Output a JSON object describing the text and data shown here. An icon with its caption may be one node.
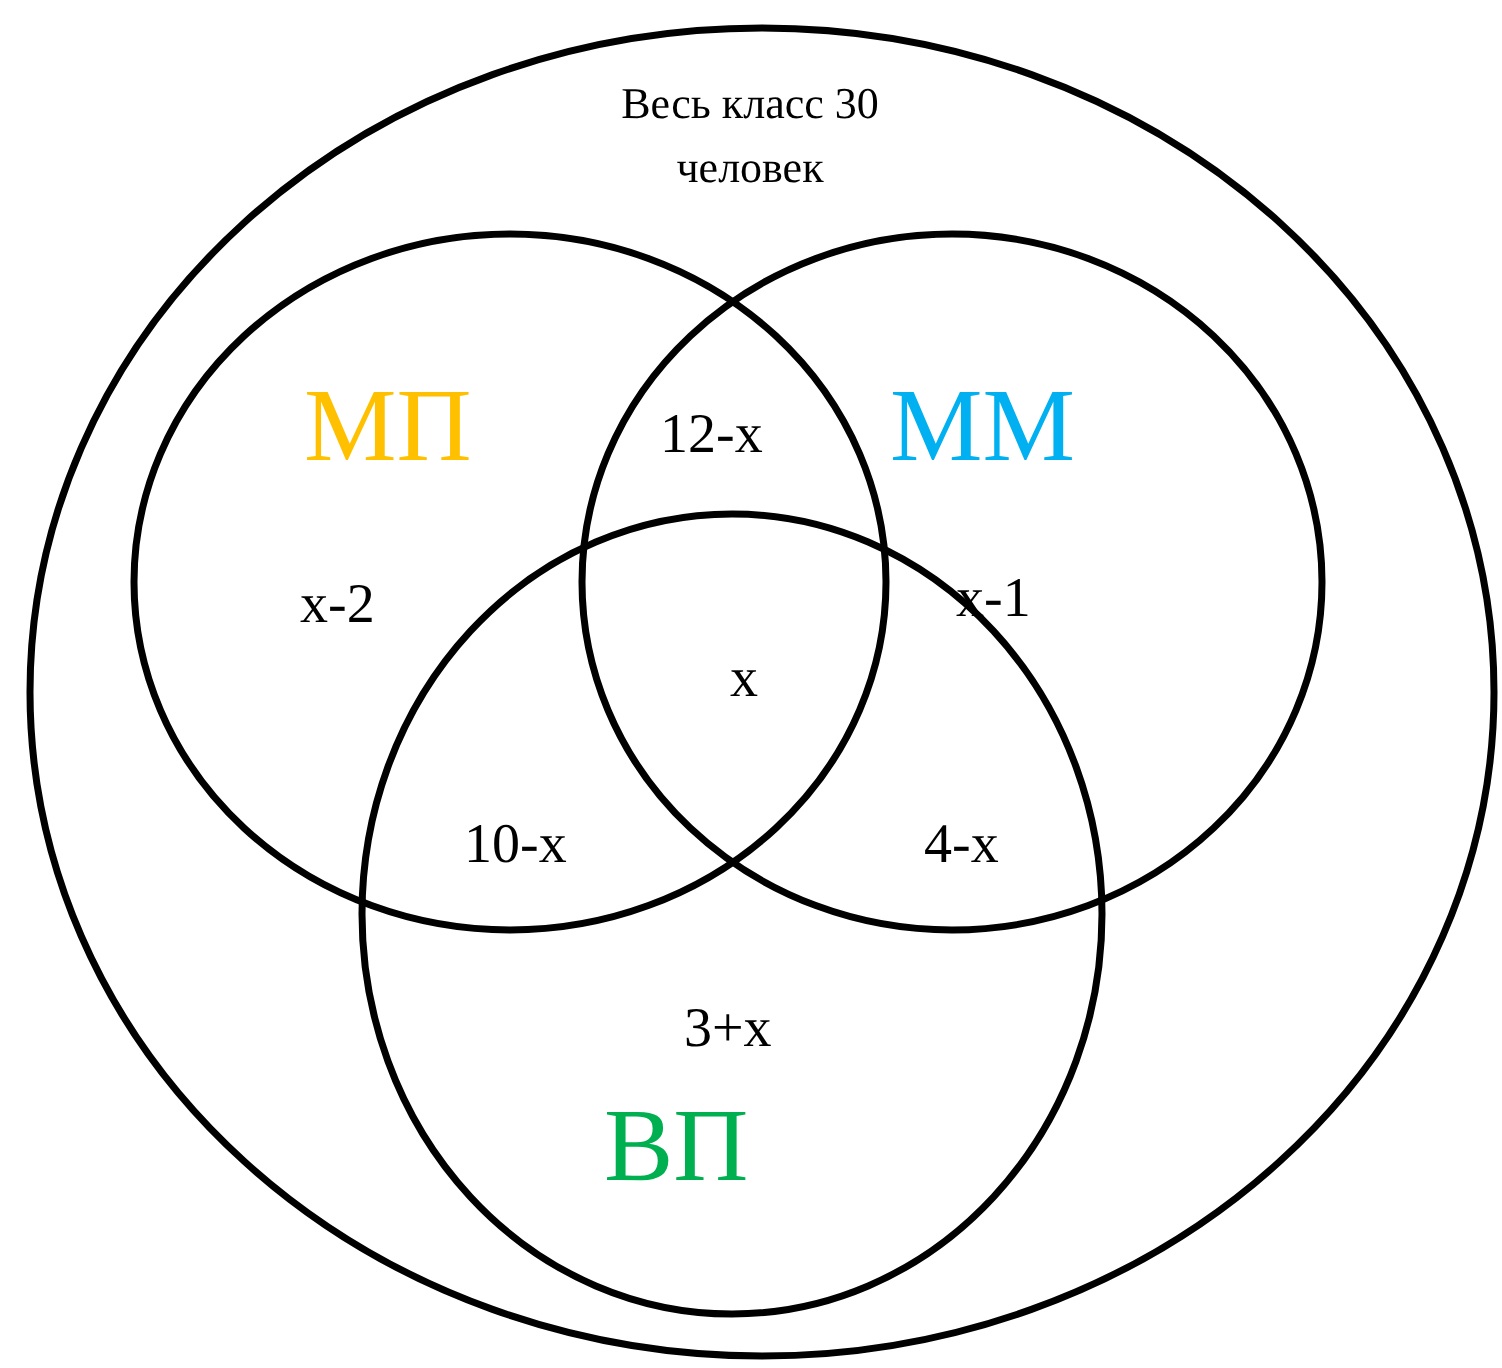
{
  "diagram": {
    "nodes": [
      {
        "text": [
          "Весь класс 30 человек"
        ]
      },
      {
        "text": [
          "МП"
        ],
        "in": 0
      },
      {
        "text": [
          "ММ"
        ],
        "in": 0
      },
      {
        "text": [
          "ВП"
        ],
        "in": 0
      }
    ],
    "labels": [
      "12-x",
      "x-2",
      "x-1",
      "x",
      "10-x",
      "4-x",
      "3+x"
    ]
  }
}
